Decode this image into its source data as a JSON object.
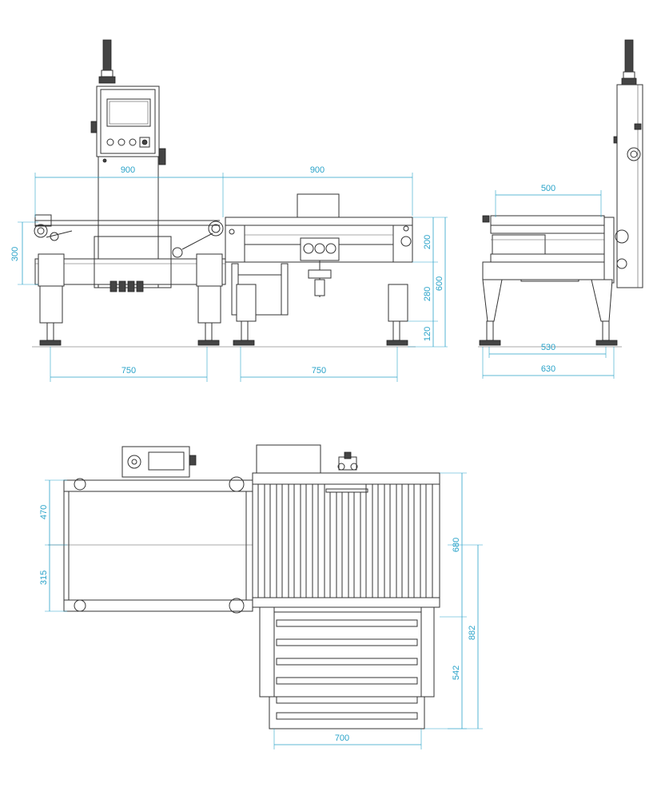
{
  "dimensions": {
    "front_left_width": "900",
    "front_right_width": "900",
    "front_left_height": "300",
    "front_top_band": "200",
    "front_mid_band": "280",
    "front_bottom_band": "120",
    "front_total_height": "600",
    "front_left_leg_span": "750",
    "front_right_leg_span": "750",
    "side_belt_width": "500",
    "side_leg_span": "530",
    "side_total_width": "630",
    "top_upper_width": "470",
    "top_lower_width": "315",
    "top_roller_width": "680",
    "top_total_depth": "882",
    "top_outfeed_length": "542",
    "top_outfeed_width": "700"
  },
  "colors": {
    "dimension": "#2aa3c9",
    "line": "#333333"
  }
}
